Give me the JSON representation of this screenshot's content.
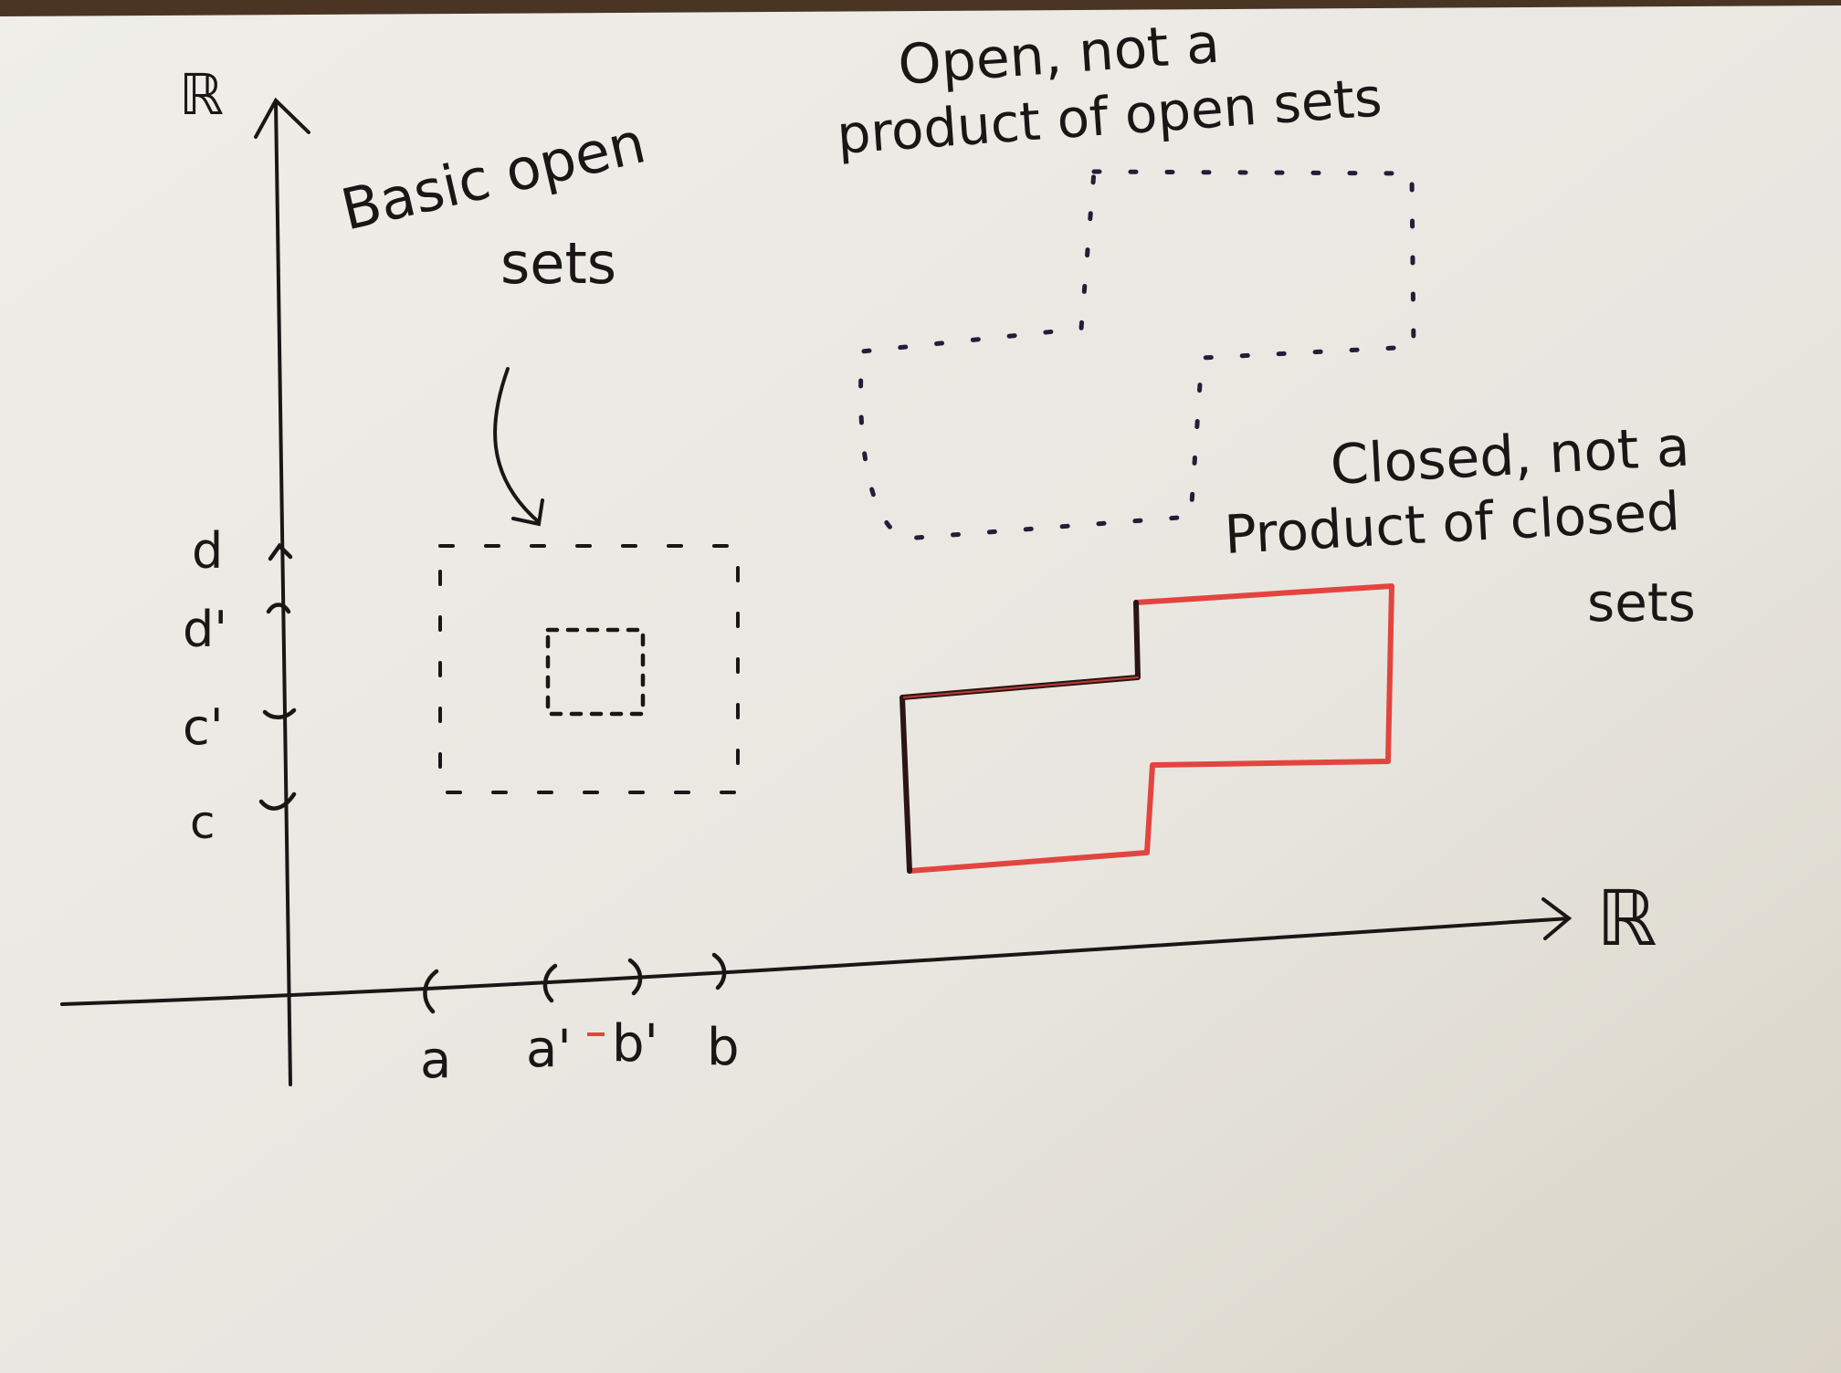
{
  "colors": {
    "ink": "#1b1616",
    "navy_ink": "#231d3a",
    "red_ink": "#e2453f",
    "paper": "#ecebe6",
    "table": "#4a3424"
  },
  "axes": {
    "vertical_label": "ℝ",
    "horizontal_label": "ℝ"
  },
  "labels": {
    "basic_line1": "Basic open",
    "basic_line2": "sets",
    "open_line1": "Open, not a",
    "open_line2": "product of open sets",
    "closed_line1": "Closed, not a",
    "closed_line2": "Product of closed",
    "closed_line3": "sets"
  },
  "y_ticks": [
    "d",
    "d'",
    "c'",
    "c"
  ],
  "x_ticks": [
    "a",
    "a'",
    "b'",
    "b"
  ]
}
